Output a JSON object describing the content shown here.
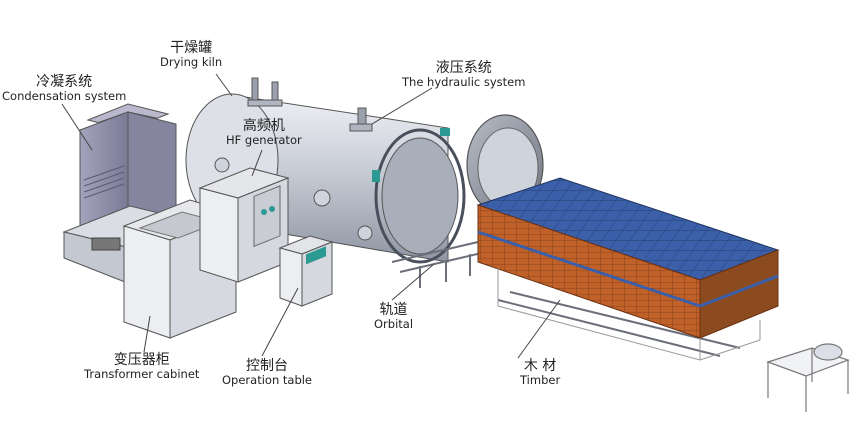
{
  "labels": {
    "drying_kiln": {
      "zh": "干燥罐",
      "en": "Drying kiln"
    },
    "condensation": {
      "zh": "冷凝系统",
      "en": "Condensation system"
    },
    "hydraulic": {
      "zh": "液压系统",
      "en": "The hydraulic system"
    },
    "hf_generator": {
      "zh": "高频机",
      "en": "HF generator"
    },
    "orbital": {
      "zh": "轨道",
      "en": "Orbital"
    },
    "timber": {
      "zh": "木 材",
      "en": "Timber"
    },
    "transformer": {
      "zh": "变压器柜",
      "en": "Transformer cabinet"
    },
    "operation": {
      "zh": "控制台",
      "en": "Operation table"
    }
  },
  "colors": {
    "tank": "#c9cdd6",
    "condenser": "#8f8fa8",
    "timber_top": "#3a5ea8",
    "timber_side": "#b85c2a",
    "outline": "#555555"
  }
}
